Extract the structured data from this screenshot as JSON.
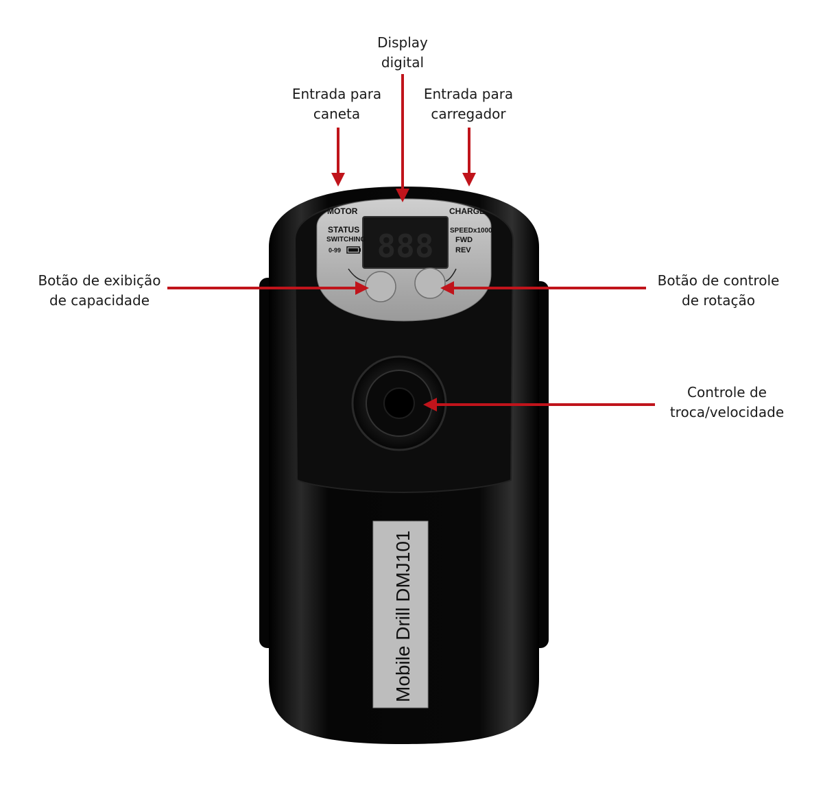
{
  "callouts": {
    "display": [
      "Display",
      "digital"
    ],
    "pen_input": [
      "Entrada para",
      "caneta"
    ],
    "charger_input": [
      "Entrada para",
      "carregador"
    ],
    "capacity_button": [
      "Botão de exibição",
      "de capacidade"
    ],
    "rotation_button": [
      "Botão de controle",
      "de rotação"
    ],
    "speed_control": [
      "Controle de",
      "troca/velocidade"
    ]
  },
  "device": {
    "panel": {
      "motor": "MOTOR",
      "charge": "CHARGE",
      "status": "STATUS",
      "switching": "SWITCHING",
      "range": "0-99",
      "speed": "SPEEDx1000",
      "fwd": "FWD",
      "rev": "REV"
    },
    "display_digits": "888",
    "model_label": "Mobile Drill DMJ101"
  },
  "colors": {
    "arrow": "#c0141b",
    "body": "#0b0b0b",
    "panel": "#b5b5b5",
    "label": "#b9b9b9"
  }
}
